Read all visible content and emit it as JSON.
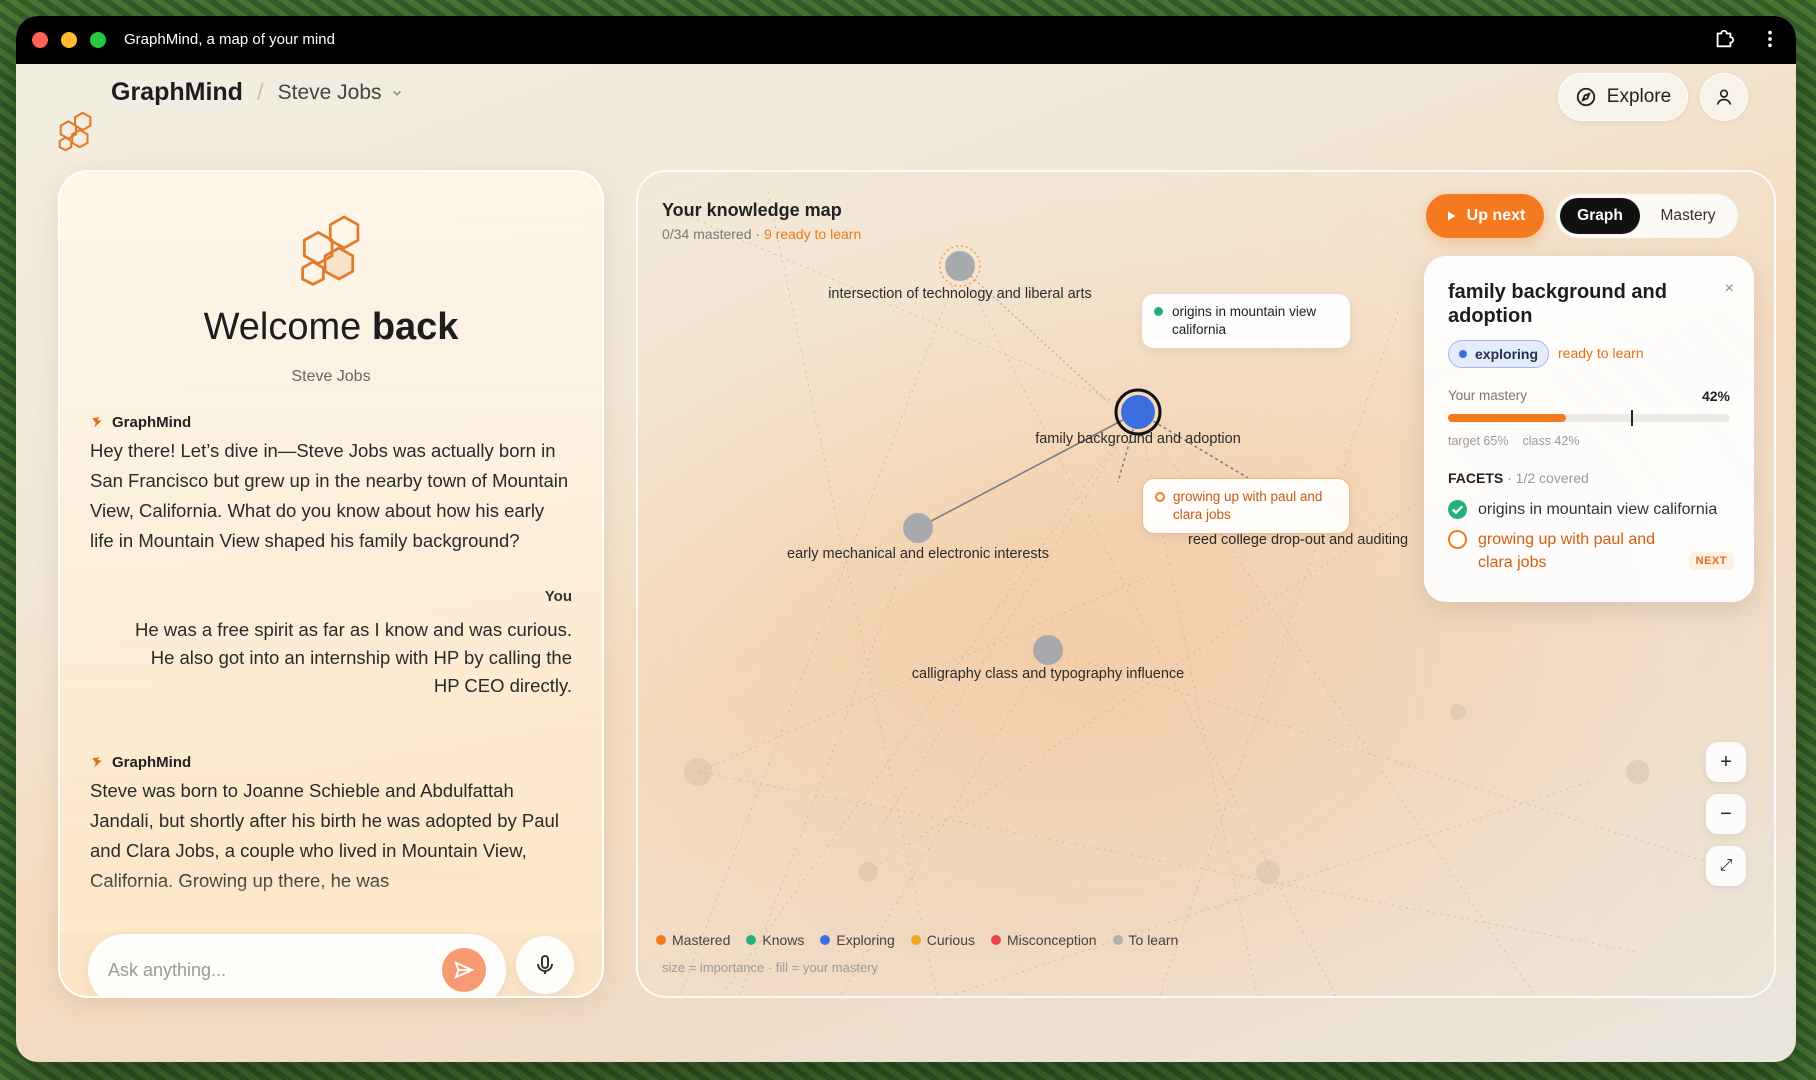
{
  "window": {
    "title": "GraphMind, a map of your mind"
  },
  "header": {
    "brand": "GraphMind",
    "separator": "/",
    "subject": "Steve Jobs",
    "explore_label": "Explore"
  },
  "chat": {
    "welcome_prefix": "Welcome ",
    "welcome_bold": "back",
    "user_name": "Steve Jobs",
    "messages": [
      {
        "sender": "GraphMind",
        "text": "Hey there! Let’s dive in—Steve Jobs was actually born in San Francisco but grew up in the nearby town of Mountain View, California. What do you know about how his early life in Mountain View shaped his family background?"
      },
      {
        "sender": "You",
        "text": "He was a free spirit as far as I know and was curious. He also got into an internship with HP by calling the HP CEO directly."
      },
      {
        "sender": "GraphMind",
        "text": "Steve was born to Joanne Schieble and Abdulfattah Jandali, but shortly after his birth he was adopted by Paul and Clara Jobs, a couple who lived in Mountain View, California. Growing up there, he was"
      }
    ],
    "input_placeholder": "Ask anything..."
  },
  "map": {
    "title": "Your knowledge map",
    "mastered": "0/34 mastered",
    "sep": " · ",
    "ready": "9 ready to learn",
    "nodes": [
      {
        "label": "intersection of technology and liberal arts"
      },
      {
        "label": "family background and adoption"
      },
      {
        "label": "early mechanical and electronic interests"
      },
      {
        "label": "reed college drop-out and auditing"
      },
      {
        "label": "calligraphy class and typography influence"
      }
    ],
    "tags": {
      "origins": "origins in mountain view california",
      "growing": "growing up with paul and clara jobs"
    },
    "up_next_label": "Up next",
    "view_graph": "Graph",
    "view_mastery": "Mastery",
    "legend": [
      {
        "label": "Mastered",
        "color": "#f57a1f"
      },
      {
        "label": "Knows",
        "color": "#22b07d"
      },
      {
        "label": "Exploring",
        "color": "#3d6ee0"
      },
      {
        "label": "Curious",
        "color": "#f5a623"
      },
      {
        "label": "Misconception",
        "color": "#e8434b"
      },
      {
        "label": "To learn",
        "color": "#b0b0b0"
      }
    ],
    "legend_note": "size = importance · fill = your mastery",
    "zoom_in": "+",
    "zoom_out": "−",
    "fit": "⤢"
  },
  "detail": {
    "title": "family background and adoption",
    "close": "×",
    "status": "exploring",
    "ready": "ready to learn",
    "mastery_label": "Your mastery",
    "mastery_value": "42%",
    "mastery_fraction": 0.42,
    "target_fraction": 0.65,
    "target_label": "target 65%",
    "class_label": "class 42%",
    "facets_label": "FACETS",
    "facets_count": "· 1/2 covered",
    "facets": [
      {
        "text": "origins in mountain view california",
        "state": "done"
      },
      {
        "text": "growing up with paul and clara jobs",
        "state": "next"
      }
    ],
    "next_badge": "NEXT"
  }
}
